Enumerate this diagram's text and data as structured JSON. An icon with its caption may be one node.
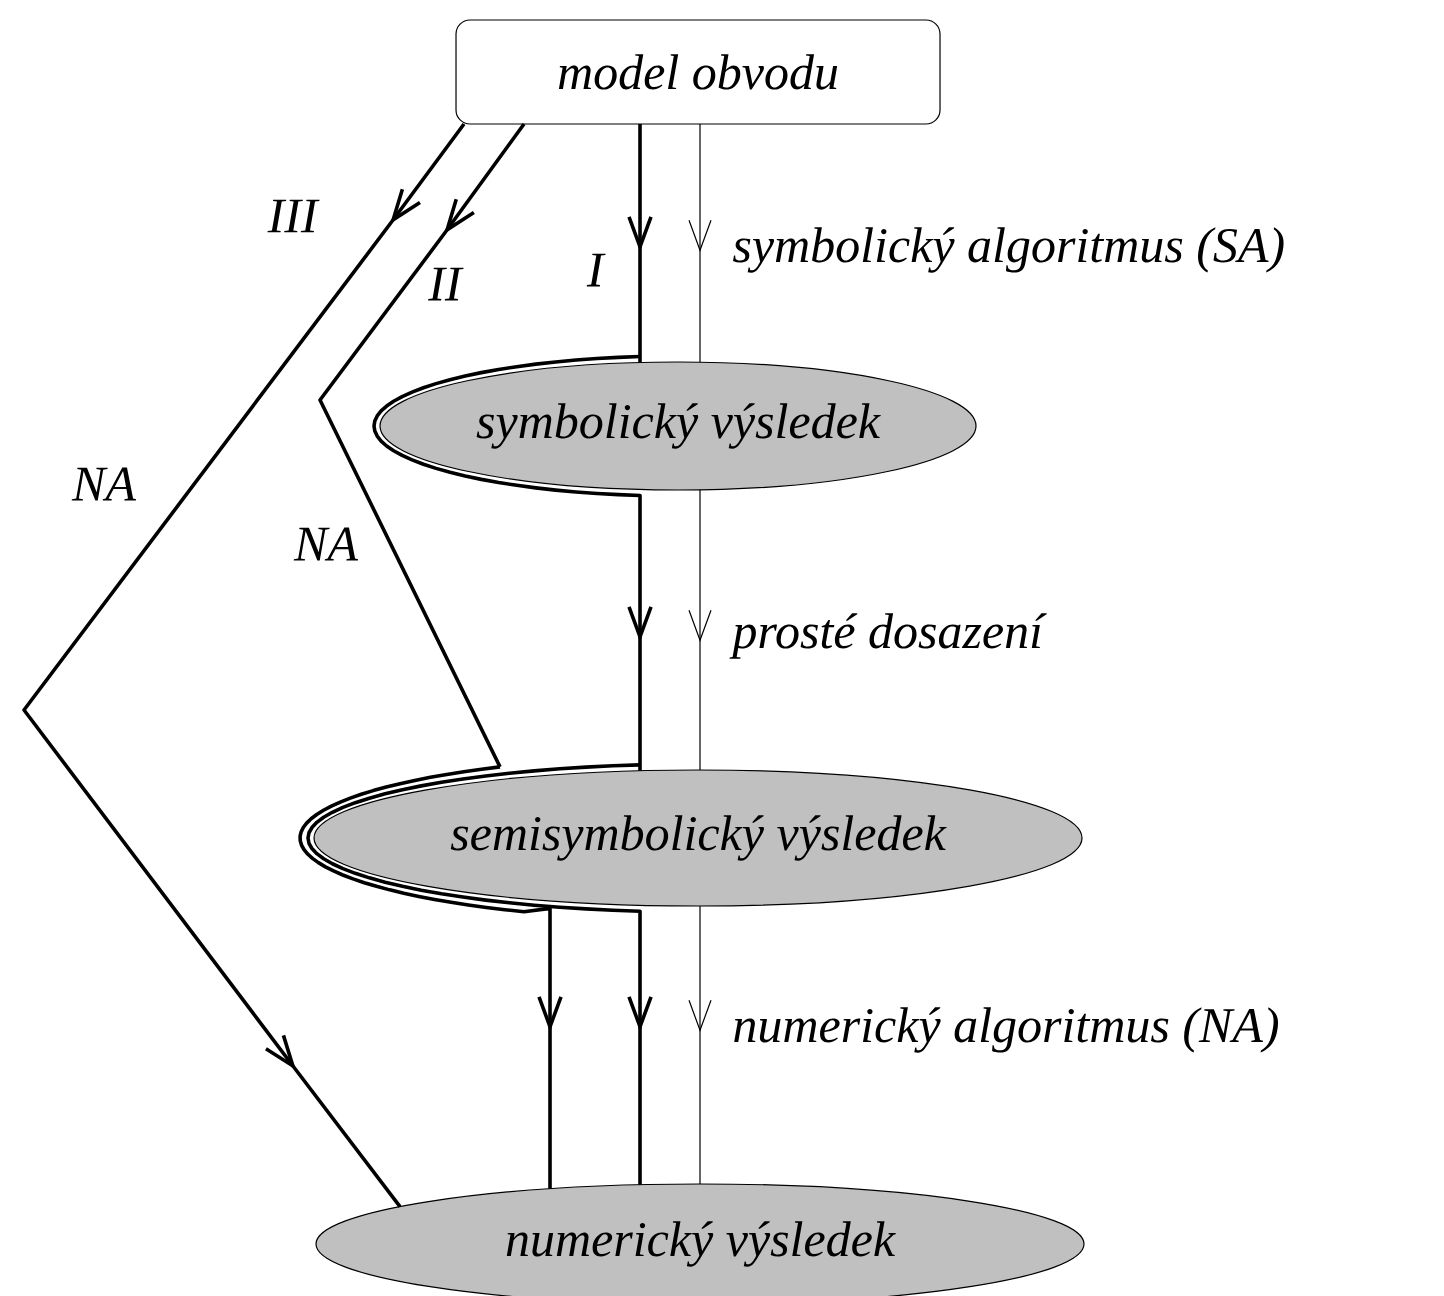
{
  "diagram": {
    "nodes": [
      {
        "text": [
          "model obvodu"
        ]
      },
      {
        "text": [
          "symbolický výsledek"
        ]
      },
      {
        "text": [
          "semisymbolický výsledek"
        ]
      },
      {
        "text": [
          "numerický výsledek"
        ]
      }
    ],
    "edges": [
      {
        "from": 0,
        "to": 1,
        "arrow": "to",
        "label": "symbolický algoritmus (SA)"
      },
      {
        "from": 1,
        "to": 2,
        "arrow": "to",
        "label": "prosté dosazení"
      },
      {
        "from": 2,
        "to": 3,
        "arrow": "to",
        "label": "numerický algoritmus (NA)"
      },
      {
        "from": 0,
        "to": 1,
        "arrow": "to",
        "label": "I"
      },
      {
        "from": 1,
        "to": 2,
        "arrow": "to"
      },
      {
        "from": 2,
        "to": 3,
        "arrow": "to"
      },
      {
        "from": 0,
        "to": 2,
        "arrow": "to",
        "label": "II"
      },
      {
        "from": 2,
        "to": 3,
        "arrow": "to"
      },
      {
        "from": 0,
        "to": 3,
        "arrow": "to",
        "label": "III"
      }
    ],
    "labels": [
      "NA",
      "NA"
    ]
  }
}
